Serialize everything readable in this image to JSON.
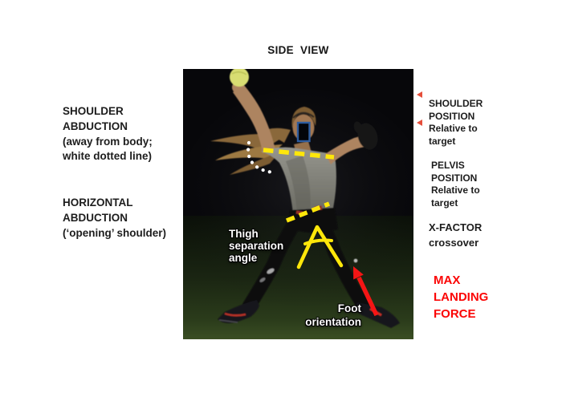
{
  "title": "SIDE VIEW",
  "left_panel": {
    "shoulder_abduction": {
      "lines": [
        "SHOULDER",
        "ABDUCTION",
        "(away from body;",
        "white dotted line)"
      ]
    },
    "horizontal_abduction": {
      "lines": [
        "HORIZONTAL",
        "ABDUCTION",
        "(‘opening’ shoulder)"
      ]
    }
  },
  "right_panel": {
    "shoulder_position": {
      "lines": [
        "SHOULDER",
        "POSITION",
        "Relative to",
        "target"
      ]
    },
    "pelvis_position": {
      "lines": [
        "PELVIS",
        "POSITION",
        "Relative to",
        "target"
      ]
    },
    "x_factor": {
      "lines": [
        "X-FACTOR",
        "crossover"
      ]
    },
    "max_landing_force": {
      "lines": [
        "MAX",
        "LANDING",
        "FORCE"
      ],
      "color": "#FB0505"
    }
  },
  "photo": {
    "subject": "softball pitcher side view on dark field",
    "thigh_label": {
      "lines": [
        "Thigh",
        "separation",
        "angle"
      ]
    },
    "foot_label": {
      "lines": [
        "Foot",
        "orientation"
      ]
    },
    "annotations": [
      {
        "name": "shoulder-abduction-dotted-arc",
        "color": "#FFFFFF",
        "style": "white dotted curve at armpit"
      },
      {
        "name": "shoulder-dashed-line",
        "color": "#FFE70A",
        "style": "yellow dashed line across shoulders"
      },
      {
        "name": "pelvis-dashed-line",
        "color": "#FFE70A",
        "style": "yellow dashed line across hips"
      },
      {
        "name": "thigh-separation-angle-mark",
        "color": "#FFE70A",
        "style": "yellow A-shaped angle between thighs"
      },
      {
        "name": "foot-orientation-arrow",
        "color": "#F51515",
        "style": "red arrow along front shin to foot"
      },
      {
        "name": "face-privacy-box",
        "color": "#2E5C9E",
        "style": "blue rectangle over face"
      }
    ]
  }
}
